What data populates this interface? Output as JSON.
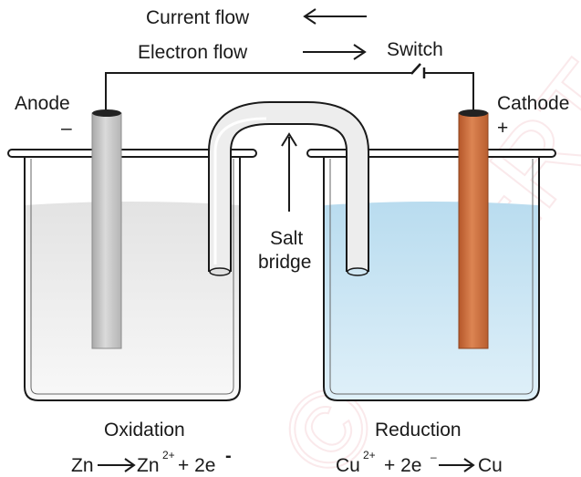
{
  "watermark": "© NCERT not to be republished",
  "arrows": {
    "current_flow_label": "Current flow",
    "electron_flow_label": "Electron flow"
  },
  "switch_label": "Switch",
  "anode": {
    "label": "Anode",
    "sign": "–"
  },
  "cathode": {
    "label": "Cathode",
    "sign": "+"
  },
  "salt_bridge": {
    "line1": "Salt",
    "line2": "bridge"
  },
  "left_beaker": {
    "process": "Oxidation",
    "equation": {
      "reactant": "Zn",
      "product": "Zn",
      "charge": "2+",
      "plus": "+ 2e",
      "electron_sign": "-"
    }
  },
  "right_beaker": {
    "process": "Reduction",
    "equation": {
      "reactant": "Cu",
      "charge": "2+",
      "plus": "+ 2e",
      "electron_sign": "–",
      "product": "Cu"
    }
  },
  "colors": {
    "zinc_electrode": "#c8c8c8",
    "copper_electrode": "#c8693a",
    "left_solution": "#eeeeee",
    "right_solution": "#cfe8f6",
    "salt_bridge": "#ececec",
    "outline": "#1a1a1a"
  }
}
